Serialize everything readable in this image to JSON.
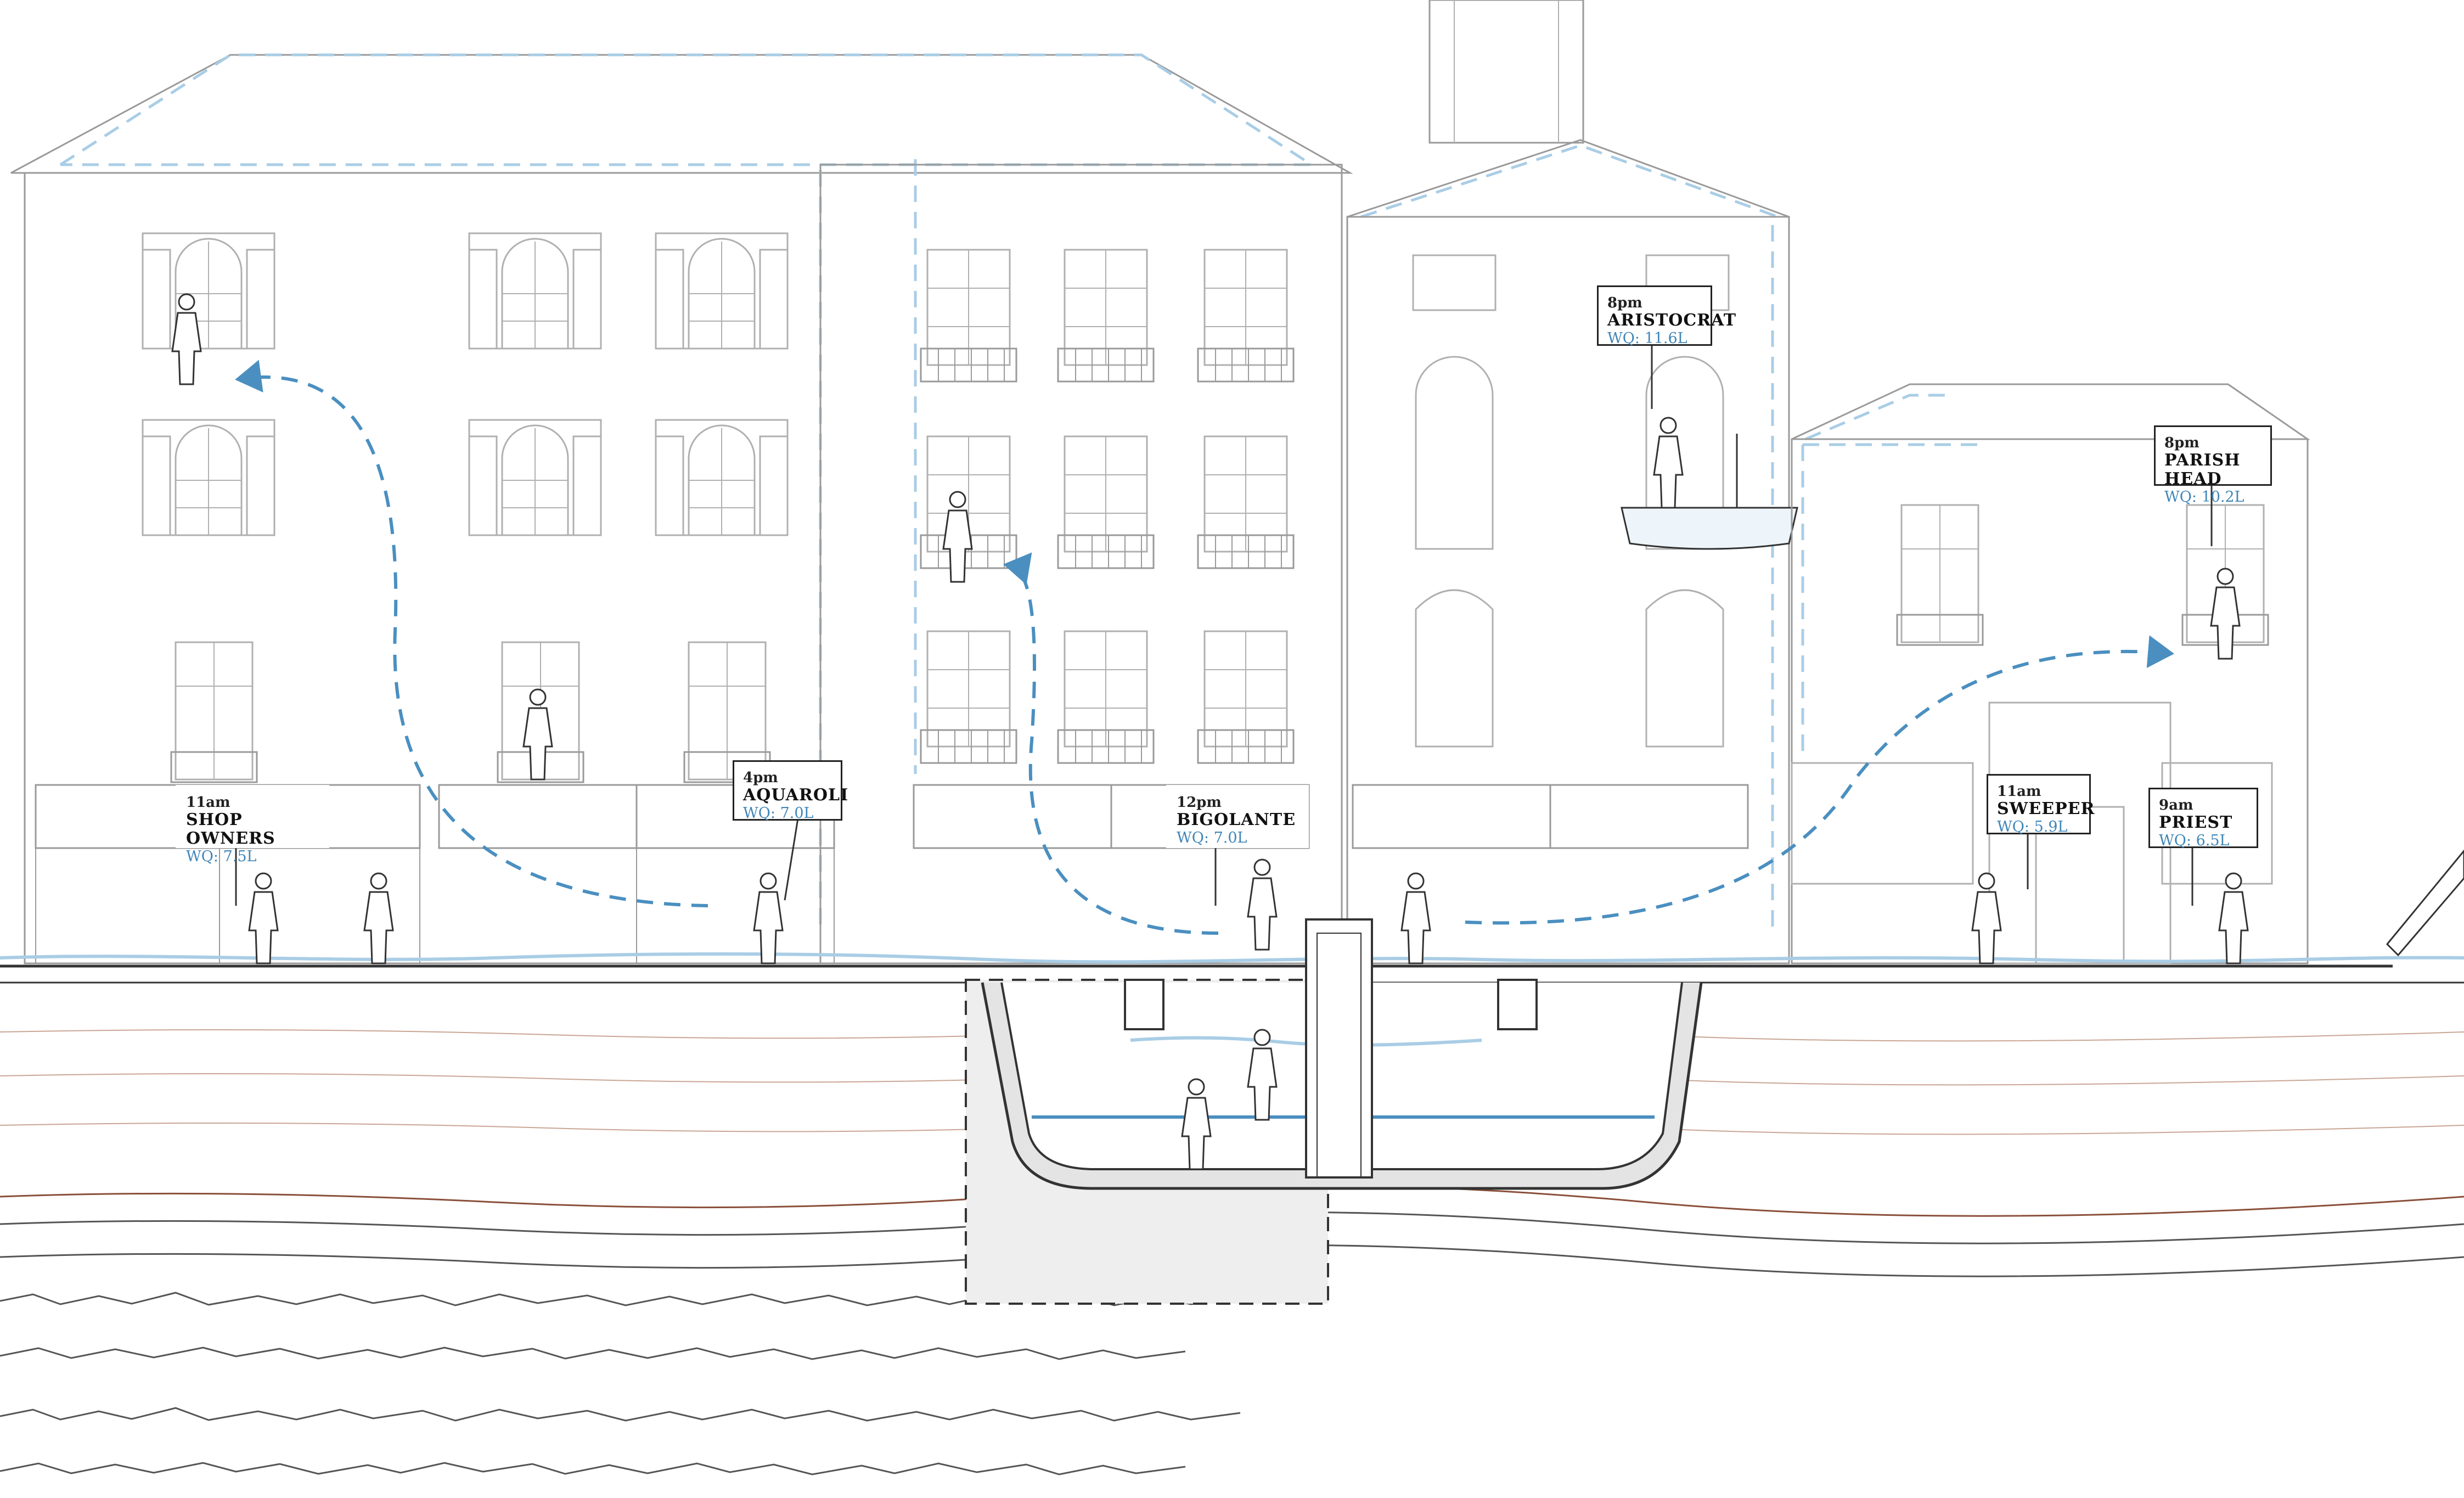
{
  "colors": {
    "line": "#9a9a9a",
    "ink": "#333333",
    "water": "#4a8fc0",
    "water_light": "#a9cde6",
    "soil": "#8a4f3a",
    "cistern_fill": "#eeeeee"
  },
  "labels": [
    {
      "id": "shop-owners",
      "time": "11am",
      "role": "SHOP OWNERS",
      "wq": "WQ: 7.5L"
    },
    {
      "id": "aquaroli",
      "time": "4pm",
      "role": "AQUAROLI",
      "wq": "WQ: 7.0L"
    },
    {
      "id": "bigolante",
      "time": "12pm",
      "role": "BIGOLANTE",
      "wq": "WQ: 7.0L"
    },
    {
      "id": "aristocrat",
      "time": "8pm",
      "role": "ARISTOCRAT",
      "wq": "WQ: 11.6L"
    },
    {
      "id": "parish-head",
      "time": "8pm",
      "role": "PARISH HEAD",
      "wq": "WQ: 10.2L"
    },
    {
      "id": "sweeper",
      "time": "11am",
      "role": "SWEEPER",
      "wq": "WQ: 5.9L"
    },
    {
      "id": "priest",
      "time": "9am",
      "role": "PRIEST",
      "wq": "WQ: 6.5L"
    }
  ]
}
